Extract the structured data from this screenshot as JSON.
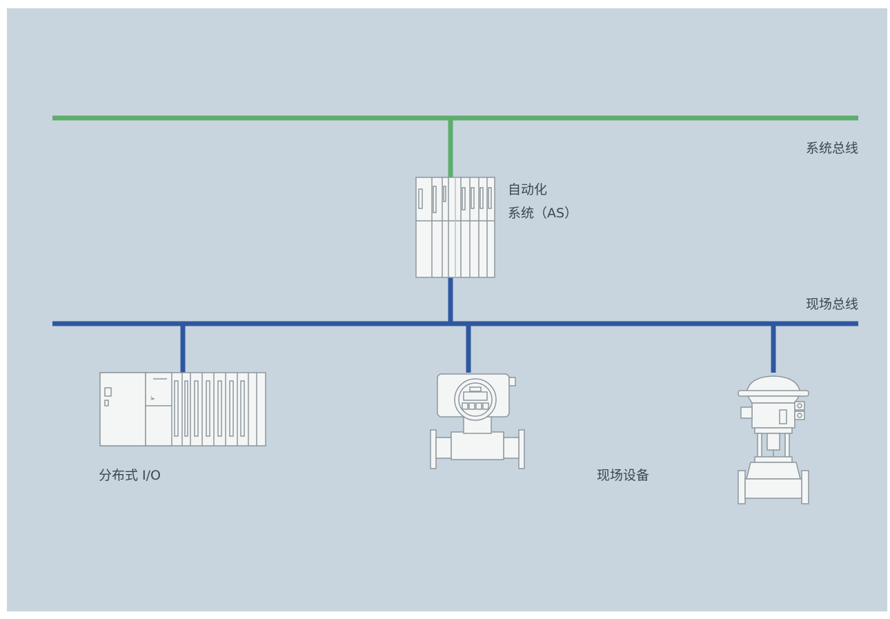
{
  "colors": {
    "background": "#c8d5de",
    "system_bus": "#5fad6c",
    "field_bus": "#2f57a0",
    "device_fill": "#f4f6f6",
    "device_stroke": "#8c969c",
    "text": "#3c4650"
  },
  "labels": {
    "system_bus": "系统总线",
    "automation_system_line1": "自动化",
    "automation_system_line2": "系统（AS）",
    "field_bus": "现场总线",
    "distributed_io": "分布式 I/O",
    "field_devices": "现场设备"
  },
  "icons": {
    "automation_system": "plc-rack-icon",
    "distributed_io": "io-module-rack-icon",
    "flowmeter": "flowmeter-icon",
    "control_valve": "control-valve-icon"
  }
}
